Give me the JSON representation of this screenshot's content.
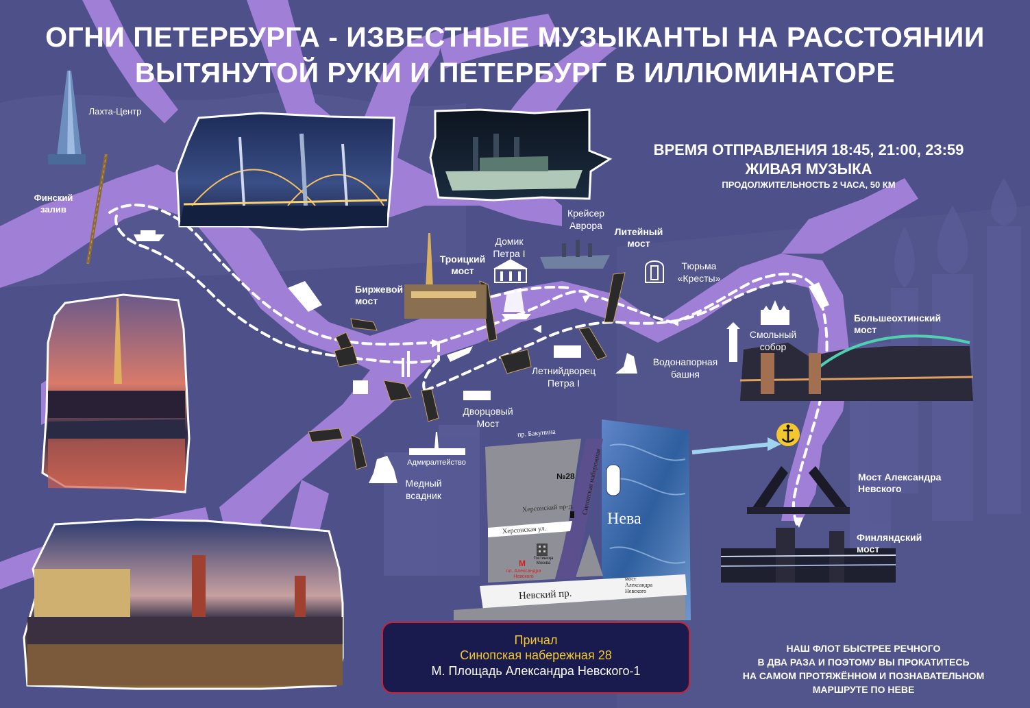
{
  "title": {
    "line1": "ОГНИ ПЕТЕРБУРГА - ИЗВЕСТНЫЕ МУЗЫКАНТЫ НА РАССТОЯНИИ",
    "line2": "ВЫТЯНУТОЙ РУКИ И ПЕТЕРБУРГ В ИЛЛЮМИНАТОРЕ"
  },
  "schedule": {
    "departure": "ВРЕМЯ ОТПРАВЛЕНИЯ 18:45, 21:00, 23:59",
    "music": "ЖИВАЯ МУЗЫКА",
    "duration": "ПРОДОЛЖИТЕЛЬНОСТЬ 2 ЧАСА, 50 КМ"
  },
  "landmarks": {
    "lakhta": "Лахта-Центр",
    "gulf_1": "Финский",
    "gulf_2": "залив",
    "birzhevoy_1": "Биржевой",
    "birzhevoy_2": "мост",
    "troitsky_1": "Троицкий",
    "troitsky_2": "мост",
    "domik_1": "Домик",
    "domik_2": "Петра I",
    "aurora_1": "Крейсер",
    "aurora_2": "Аврора",
    "liteyny_1": "Литейный",
    "liteyny_2": "мост",
    "kresty_1": "Тюрьма",
    "kresty_2": "«Кресты»",
    "smolny_1": "Смольный",
    "smolny_2": "собор",
    "water_tower_1": "Водонапорная",
    "water_tower_2": "башня",
    "summer_palace_1": "Летнийдворец",
    "summer_palace_2": "Петра I",
    "dvortsovy_1": "Дворцовый",
    "dvortsovy_2": "Мост",
    "admiralty": "Адмиралтейство",
    "horseman_1": "Медный",
    "horseman_2": "всадник",
    "bolsheokhtinsky_1": "Большеохтинский",
    "bolsheokhtinsky_2": "мост",
    "nevsky_bridge_1": "Мост Александра",
    "nevsky_bridge_2": "Невского",
    "finlyandsky_1": "Финляндский",
    "finlyandsky_2": "мост"
  },
  "inset_map": {
    "bakunina": "пр. Бакунина",
    "sinopskaya": "Синопская набережная",
    "number": "№28",
    "khersonsky_pr": "Херсонский пр-д.",
    "khersonskaya": "Херсонская ул.",
    "hotel_1": "Гостиница",
    "hotel_2": "Москва",
    "metro_1": "пл. Александра",
    "metro_2": "Невского",
    "metro_letter": "М",
    "nevsky_pr": "Невский пр.",
    "bridge_1": "мост",
    "bridge_2": "Александра",
    "bridge_3": "Невского",
    "river": "Нева"
  },
  "pier": {
    "line1": "Причал",
    "line2": "Синопская набережная 28",
    "line3": "М. Площадь Александра Невского-1"
  },
  "note": {
    "line1": "НАШ ФЛОТ БЫСТРЕЕ РЕЧНОГО",
    "line2": "В ДВА РАЗА И ПОЭТОМУ ВЫ ПРОКАТИТЕСЬ",
    "line3": "НА САМОМ ПРОТЯЖЁННОМ И ПОЗНАВАТЕЛЬНОМ",
    "line4": "МАРШРУТЕ ПО НЕВЕ"
  },
  "colors": {
    "background": "#4e5089",
    "river": "#a07fd6",
    "route": "#ffffff",
    "pier_text": "#f2c82e",
    "pier_border": "#cc2233",
    "pier_bg": "#191a4d",
    "anchor_bg": "#f2c82e"
  },
  "icons": {
    "anchor": "anchor-icon",
    "boat": "boat-icon",
    "metro": "metro-icon"
  }
}
